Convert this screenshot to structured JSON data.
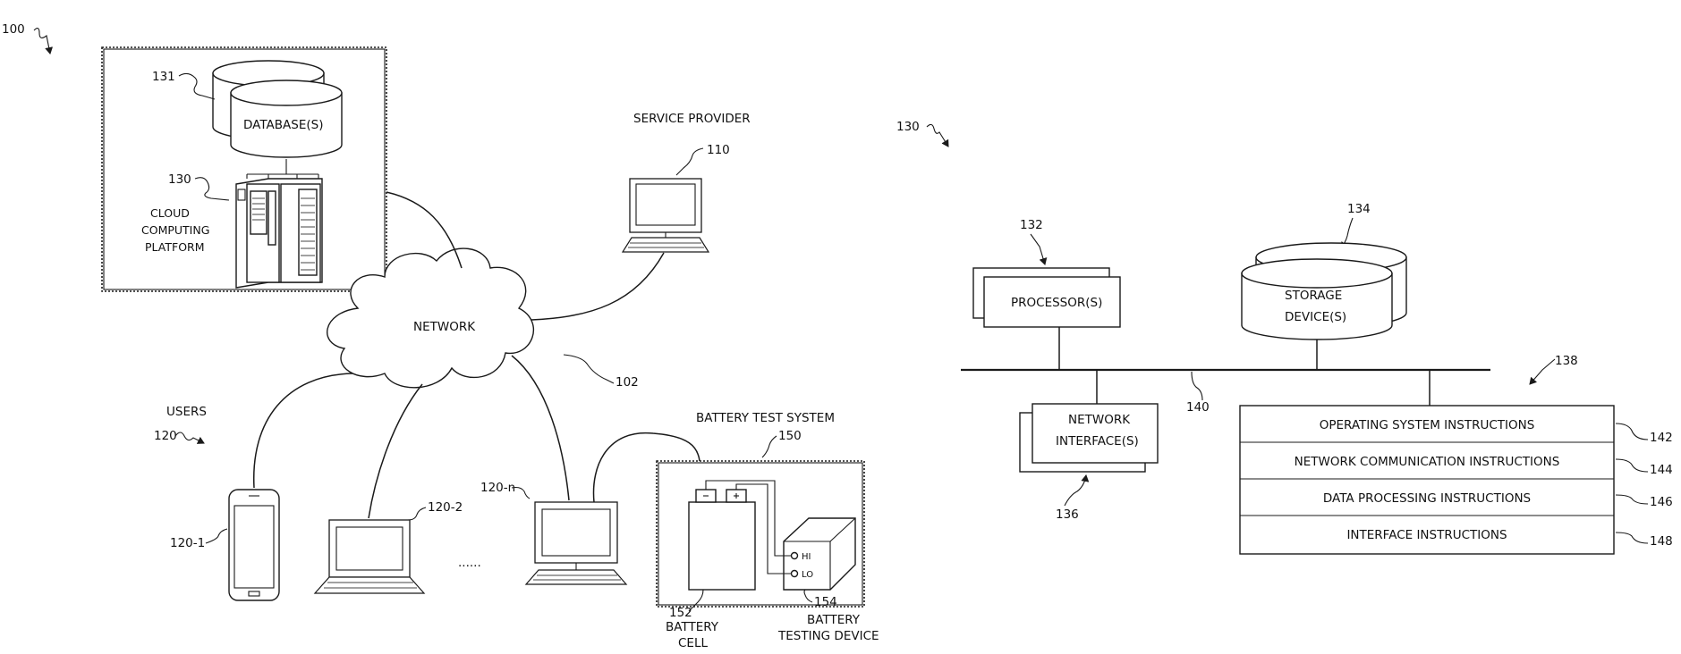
{
  "refs": {
    "r100": "100",
    "r130_left": "130",
    "r130_right": "130",
    "r131": "131",
    "r110": "110",
    "r102": "102",
    "r120": "120",
    "r120_1": "120-1",
    "r120_2": "120-2",
    "r120_n": "120-n",
    "r150": "150",
    "r152": "152",
    "r154": "154",
    "r132": "132",
    "r134": "134",
    "r136": "136",
    "r138": "138",
    "r140": "140",
    "r142": "142",
    "r144": "144",
    "r146": "146",
    "r148": "148"
  },
  "labels": {
    "database": "DATABASE(S)",
    "cloud_line1": "CLOUD",
    "cloud_line2": "COMPUTING",
    "cloud_line3": "PLATFORM",
    "service_provider": "SERVICE PROVIDER",
    "network": "NETWORK",
    "users": "USERS",
    "ellipsis": "......",
    "battery_test_system": "BATTERY TEST SYSTEM",
    "battery_cell_line1": "BATTERY",
    "battery_cell_line2": "CELL",
    "battery_testing_line1": "BATTERY",
    "battery_testing_line2": "TESTING DEVICE",
    "hi": "HI",
    "lo": "LO",
    "processor": "PROCESSOR(S)",
    "storage_line1": "STORAGE",
    "storage_line2": "DEVICE(S)",
    "net_interface_line1": "NETWORK",
    "net_interface_line2": "INTERFACE(S)"
  },
  "instructions": [
    "OPERATING SYSTEM INSTRUCTIONS",
    "NETWORK COMMUNICATION INSTRUCTIONS",
    "DATA PROCESSING INSTRUCTIONS",
    "INTERFACE INSTRUCTIONS"
  ]
}
